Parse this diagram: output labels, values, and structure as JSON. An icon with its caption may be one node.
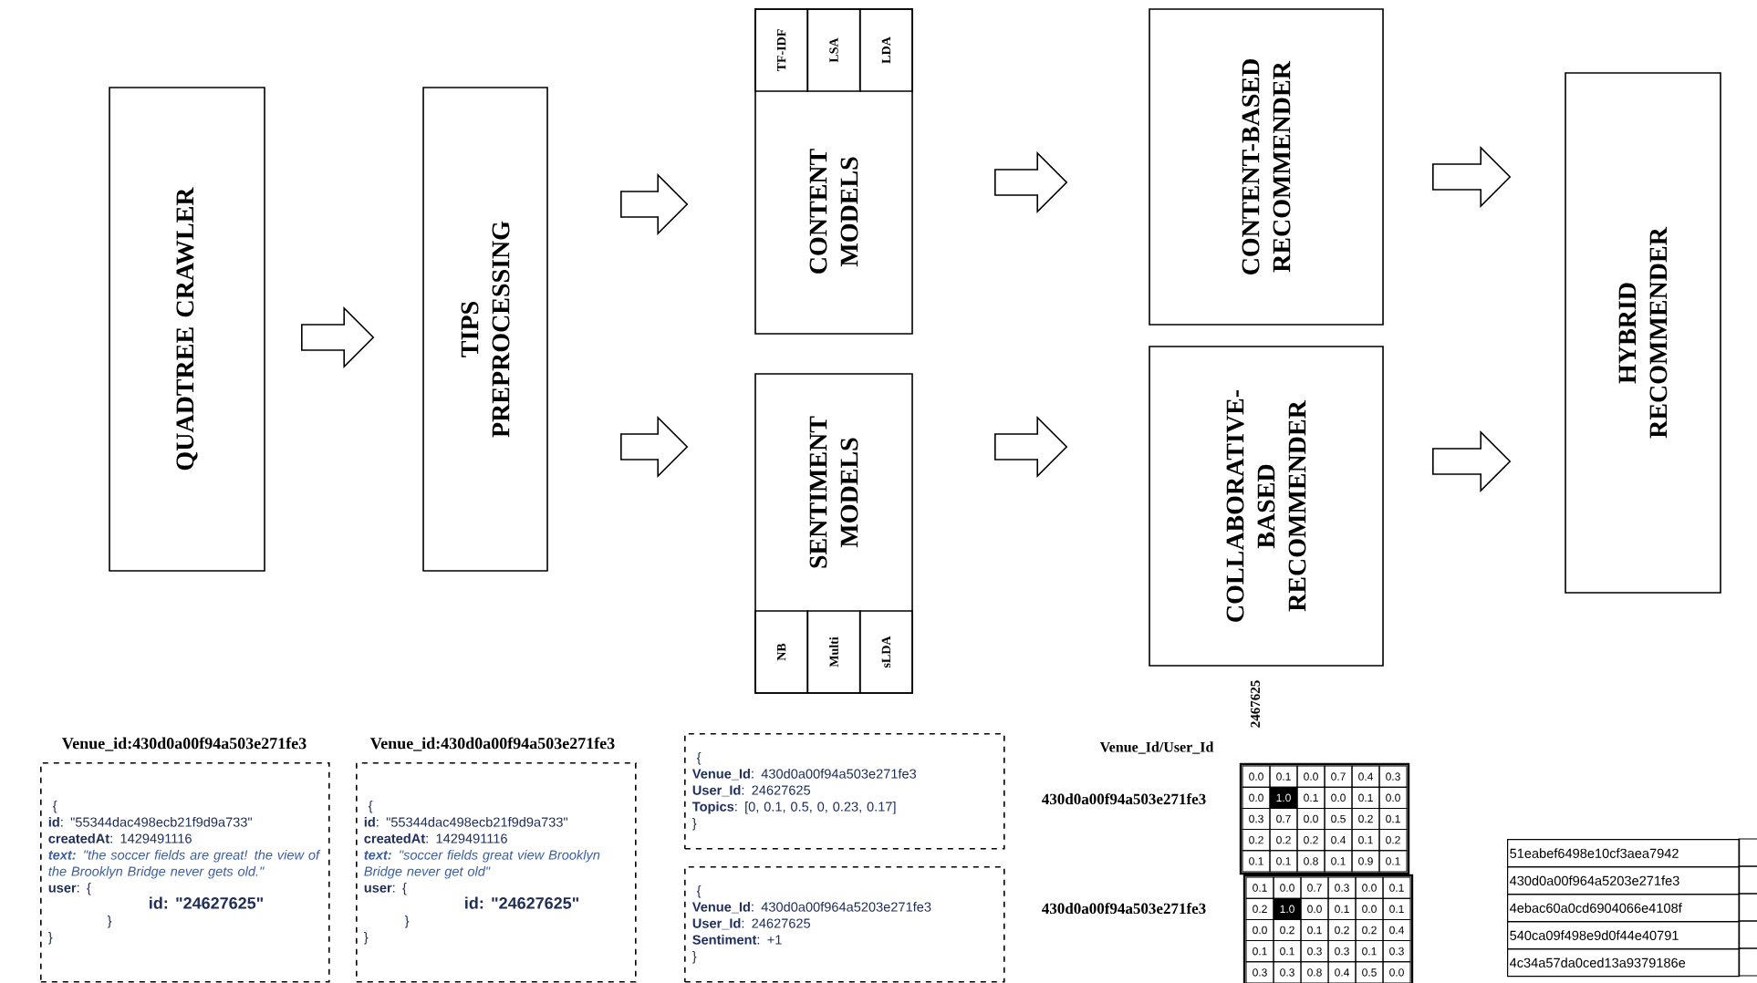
{
  "diagram": {
    "nodes": [
      {
        "text": [
          "QUADTREE CRAWLER"
        ]
      },
      {
        "text": [
          "TIPS PREPROCESSING"
        ]
      },
      {
        "text": [
          "CONTENT MODELS"
        ]
      },
      {
        "text": [
          "TF-IDF"
        ],
        "in": 2
      },
      {
        "text": [
          "LSA"
        ],
        "in": 2
      },
      {
        "text": [
          "LDA"
        ],
        "in": 2
      },
      {
        "text": [
          "SENTIMENT MODELS"
        ]
      },
      {
        "text": [
          "NB"
        ],
        "in": 6
      },
      {
        "text": [
          "Multi"
        ],
        "in": 6
      },
      {
        "text": [
          "sLDA"
        ],
        "in": 6
      },
      {
        "text": [
          "CONTENT-BASED RECOMMENDER"
        ]
      },
      {
        "text": [
          "COLLABORATIVE-BASED RECOMMENDER"
        ]
      },
      {
        "text": [
          "HYBRID RECOMMENDER"
        ]
      },
      {
        "text": [
          "Venue_id:430d0a00f94a503e271fe3",
          "{",
          "**id**: \"55344dac498ecb21f9d9a733\"",
          "**createdAt**: 1429491116",
          "**text:** \"the soccer fields are great! the view of the Brooklyn Bridge never gets old.\"",
          "**user**: {",
          "id: \"24627625\"",
          "}",
          "}"
        ]
      },
      {
        "text": [
          "Venue_id:430d0a00f94a503e271fe3",
          "{",
          "**id**: \"55344dac498ecb21f9d9a733\"",
          "**createdAt**: 1429491116",
          "**text:** \"soccer fields great view Brooklyn Bridge never get old\"",
          "**user**: {",
          "id: \"24627625\"",
          "}",
          "}"
        ]
      },
      {
        "text": [
          "{",
          "**Venue_Id**: 430d0a00f94a503e271fe3",
          "**User_Id**: 24627625",
          "**Topics**: [0, 0.1, 0.5, 0, 0.23, 0.17]",
          "}"
        ]
      },
      {
        "text": [
          "{",
          "**Venue_Id**: 430d0a00f964a5203e271fe3",
          "**User_Id**: 24627625",
          "**Sentiment**: +1",
          "}"
        ]
      }
    ],
    "edges": [
      {
        "from": 0,
        "to": 1,
        "arrow": "to"
      },
      {
        "from": 1,
        "to": 2,
        "arrow": "to"
      },
      {
        "from": 1,
        "to": 6,
        "arrow": "to"
      },
      {
        "from": 2,
        "to": 10,
        "arrow": "to"
      },
      {
        "from": 6,
        "to": 11,
        "arrow": "to"
      },
      {
        "from": 10,
        "to": 12,
        "arrow": "to"
      },
      {
        "from": 11,
        "to": 12,
        "arrow": "to"
      }
    ],
    "labels": [
      "Venue_Id/User_Id",
      "2467625",
      "430d0a00f94a503e271fe3",
      "0.0",
      "0.1",
      "0.0",
      "0.7",
      "0.4",
      "0.3",
      "0.0",
      "1.0",
      "0.1",
      "0.0",
      "0.1",
      "0.0",
      "0.3",
      "0.7",
      "0.0",
      "0.5",
      "0.2",
      "0.1",
      "0.2",
      "0.2",
      "0.2",
      "0.4",
      "0.1",
      "0.2",
      "0.1",
      "0.1",
      "0.8",
      "0.1",
      "0.9",
      "0.1",
      "430d0a00f94a503e271fe3",
      "0.1",
      "0.0",
      "0.7",
      "0.3",
      "0.0",
      "0.1",
      "0.2",
      "1.0",
      "0.0",
      "0.1",
      "0.0",
      "0.1",
      "0.0",
      "0.2",
      "0.1",
      "0.2",
      "0.2",
      "0.4",
      "0.1",
      "0.1",
      "0.3",
      "0.3",
      "0.1",
      "0.3",
      "0.3",
      "0.3",
      "0.8",
      "0.4",
      "0.5",
      "0.0",
      "51eabef6498e10cf3aea7942",
      "430d0a00f964a5203e271fe3",
      "4ebac60a0cd6904066e4108f",
      "540ca09f498e9d0f44e40791",
      "4c34a57da0ced13a9379186e"
    ]
  }
}
